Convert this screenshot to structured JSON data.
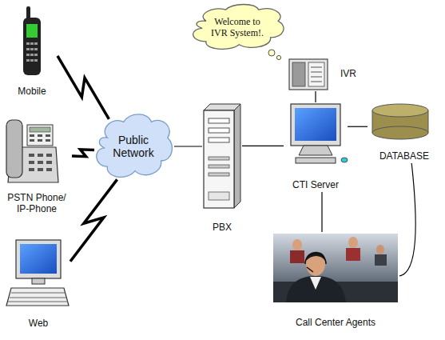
{
  "diagram": {
    "nodes": [
      {
        "text": [
          "Welcome to IVR System!."
        ]
      },
      {
        "text": [
          "IVR"
        ]
      },
      {
        "text": [
          "Mobile"
        ]
      },
      {
        "text": [
          "Public Network"
        ]
      },
      {
        "text": [
          "PBX"
        ]
      },
      {
        "text": [
          "CTI Server"
        ]
      },
      {
        "text": [
          "DATABASE"
        ]
      },
      {
        "text": [
          "PSTN Phone/ IP-Phone"
        ]
      },
      {
        "text": [
          "Web"
        ]
      },
      {
        "text": [
          "Call Center Agents"
        ]
      }
    ],
    "edges": [
      {
        "from": 2,
        "to": 3,
        "arrow": "none"
      },
      {
        "from": 7,
        "to": 3,
        "arrow": "none"
      },
      {
        "from": 8,
        "to": 3,
        "arrow": "none"
      },
      {
        "from": 3,
        "to": 4,
        "arrow": "none"
      },
      {
        "from": 4,
        "to": 5,
        "arrow": "none"
      },
      {
        "from": 5,
        "to": 1,
        "arrow": "none"
      },
      {
        "from": 5,
        "to": 6,
        "arrow": "none"
      },
      {
        "from": 5,
        "to": 9,
        "arrow": "none"
      },
      {
        "from": 6,
        "to": 9,
        "arrow": "none"
      }
    ]
  }
}
